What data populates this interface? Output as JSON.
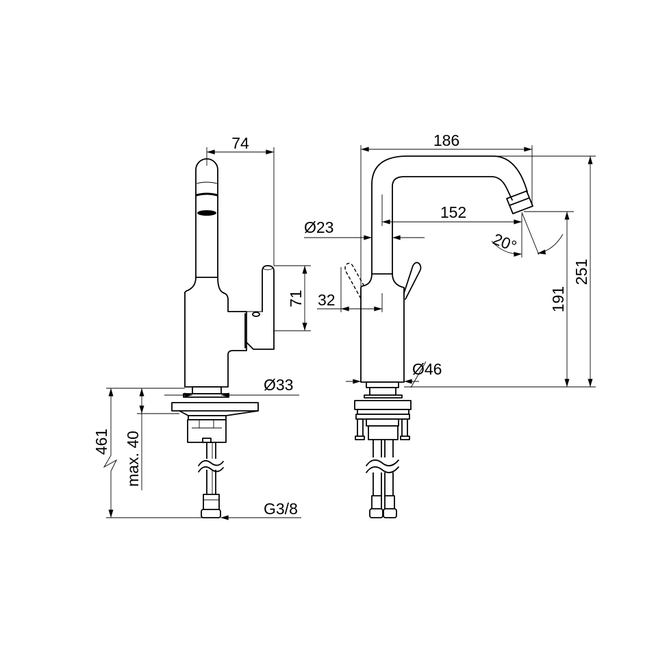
{
  "side_view": {
    "width_label": "74",
    "lever_height_label": "71",
    "aerator_diameter_label": "Ø33",
    "total_depth_label": "461",
    "countertop_label": "max. 40",
    "thread_label": "G3/8"
  },
  "front_view": {
    "reach_label": "186",
    "spout_reach_label": "152",
    "spout_diameter_label": "Ø23",
    "angle_label": "20°",
    "lever_offset_label": "32",
    "base_diameter_label": "Ø46",
    "outlet_height_label": "191",
    "total_height_label": "251"
  }
}
